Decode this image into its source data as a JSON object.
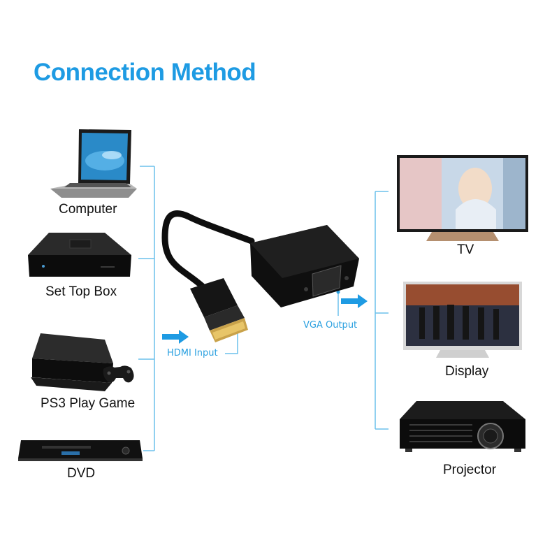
{
  "title": "Connection Method",
  "sources": [
    {
      "label": "Computer",
      "icon": "laptop-icon"
    },
    {
      "label": "Set Top Box",
      "icon": "set-top-box-icon"
    },
    {
      "label": "PS3 Play Game",
      "icon": "game-console-icon"
    },
    {
      "label": "DVD",
      "icon": "dvd-player-icon"
    }
  ],
  "adapter": {
    "input_label": "HDMI Input",
    "output_label": "VGA Output"
  },
  "outputs": [
    {
      "label": "TV",
      "icon": "tv-icon"
    },
    {
      "label": "Display",
      "icon": "monitor-icon"
    },
    {
      "label": "Projector",
      "icon": "projector-icon"
    }
  ],
  "colors": {
    "accent": "#1e9be3",
    "line": "#5ab8ea",
    "device": "#111111"
  }
}
